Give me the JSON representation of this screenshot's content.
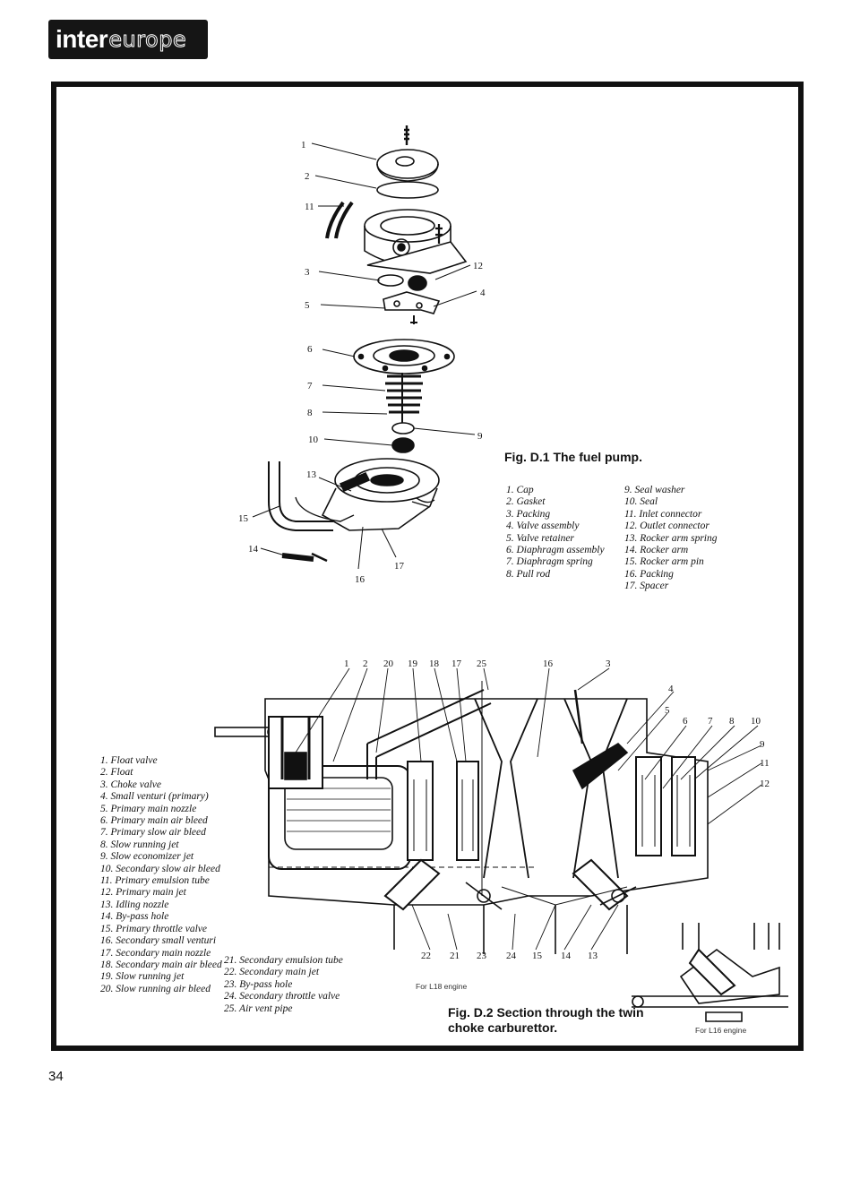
{
  "header": {
    "logo_part1": "inter",
    "logo_part2": "europe"
  },
  "page_number": "34",
  "fig1": {
    "caption": "Fig. D.1 The fuel pump.",
    "legend_col1": [
      "1. Cap",
      "2. Gasket",
      "3. Packing",
      "4. Valve assembly",
      "5. Valve retainer",
      "6. Diaphragm assembly",
      "7. Diaphragm spring",
      "8. Pull rod"
    ],
    "legend_col2": [
      "9. Seal washer",
      "10. Seal",
      "11. Inlet connector",
      "12. Outlet connector",
      "13. Rocker arm spring",
      "14. Rocker arm",
      "15. Rocker arm pin",
      "16. Packing",
      "17. Spacer"
    ],
    "callouts": [
      "1",
      "2",
      "11",
      "3",
      "12",
      "5",
      "4",
      "6",
      "7",
      "8",
      "10",
      "9",
      "13",
      "15",
      "14",
      "16",
      "17"
    ]
  },
  "fig2": {
    "caption": "Fig. D.2 Section through the twin choke carburettor.",
    "legend_col1": [
      "1. Float valve",
      "2. Float",
      "3. Choke valve",
      "4. Small venturi (primary)",
      "5. Primary main nozzle",
      "6. Primary main air bleed",
      "7. Primary slow air bleed",
      "8. Slow running jet",
      "9. Slow economizer jet",
      "10. Secondary slow air bleed",
      "11. Primary emulsion tube",
      "12. Primary main jet",
      "13. Idling nozzle",
      "14. By-pass hole",
      "15. Primary throttle valve",
      "16. Secondary small venturi",
      "17. Secondary main nozzle",
      "18. Secondary main air bleed",
      "19. Slow running jet",
      "20. Slow running air bleed"
    ],
    "legend_col2": [
      "21. Secondary emulsion tube",
      "22. Secondary main jet",
      "23. By-pass hole",
      "24. Secondary throttle valve",
      "25. Air vent pipe"
    ],
    "top_callouts": [
      "1",
      "2",
      "20",
      "19",
      "18",
      "17",
      "25",
      "16",
      "3"
    ],
    "right_callouts": [
      "4",
      "5",
      "6",
      "7",
      "8",
      "10",
      "9",
      "11",
      "12"
    ],
    "bottom_callouts": [
      "22",
      "21",
      "23",
      "24",
      "15",
      "14",
      "13"
    ],
    "sub_label_l18": "For L18 engine",
    "sub_label_l16": "For L16 engine"
  }
}
